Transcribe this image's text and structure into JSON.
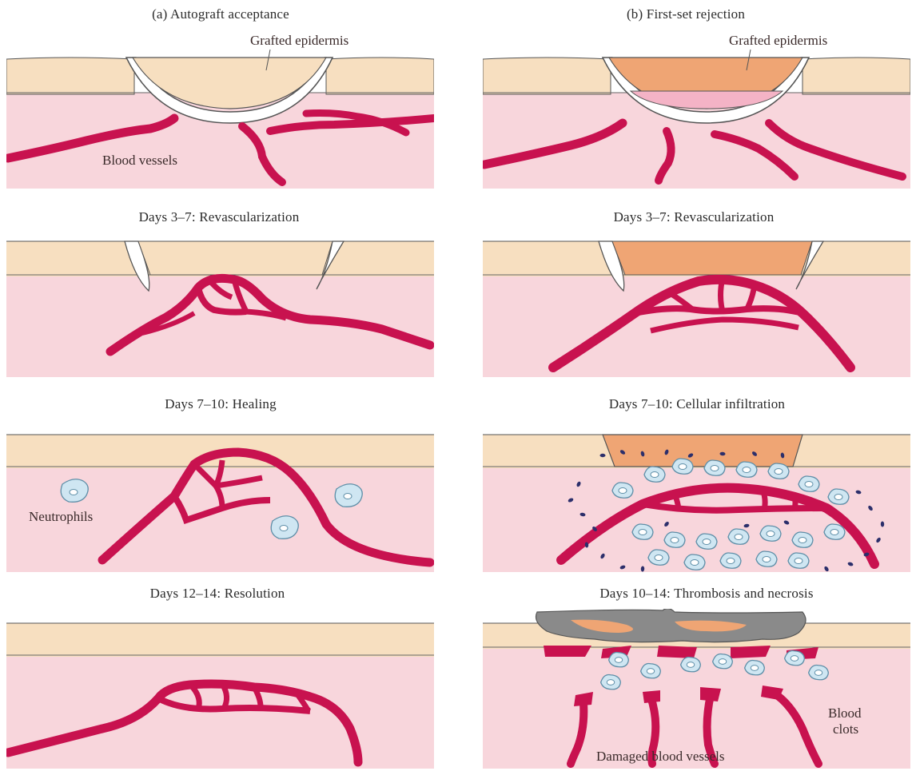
{
  "columns": {
    "left_title": "(a) Autograft acceptance",
    "right_title": "(b) First-set rejection"
  },
  "stages": {
    "revasc_left": "Days 3–7: Revascularization",
    "revasc_right": "Days 3–7: Revascularization",
    "healing": "Days 7–10: Healing",
    "infiltration": "Days 7–10: Cellular infiltration",
    "resolution": "Days 12–14: Resolution",
    "necrosis": "Days 10–14: Thrombosis and necrosis"
  },
  "labels": {
    "grafted_epidermis_left": "Grafted epidermis",
    "grafted_epidermis_right": "Grafted epidermis",
    "blood_vessels": "Blood vessels",
    "neutrophils": "Neutrophils",
    "blood_clots_line1": "Blood",
    "blood_clots_line2": "clots",
    "damaged_vessels": "Damaged blood vessels"
  },
  "colors": {
    "epidermis": "#f7dfc0",
    "dermis": "#f8d6dc",
    "vessel": "#c8124f",
    "rejected_graft": "#efa574",
    "graft_base": "#f4b3c6",
    "cell_fill": "#cfe6f2",
    "cell_stroke": "#5f8fa8",
    "infiltrate_dots": "#2c2f6b",
    "necrotic_crust": "#8a8a8a"
  }
}
